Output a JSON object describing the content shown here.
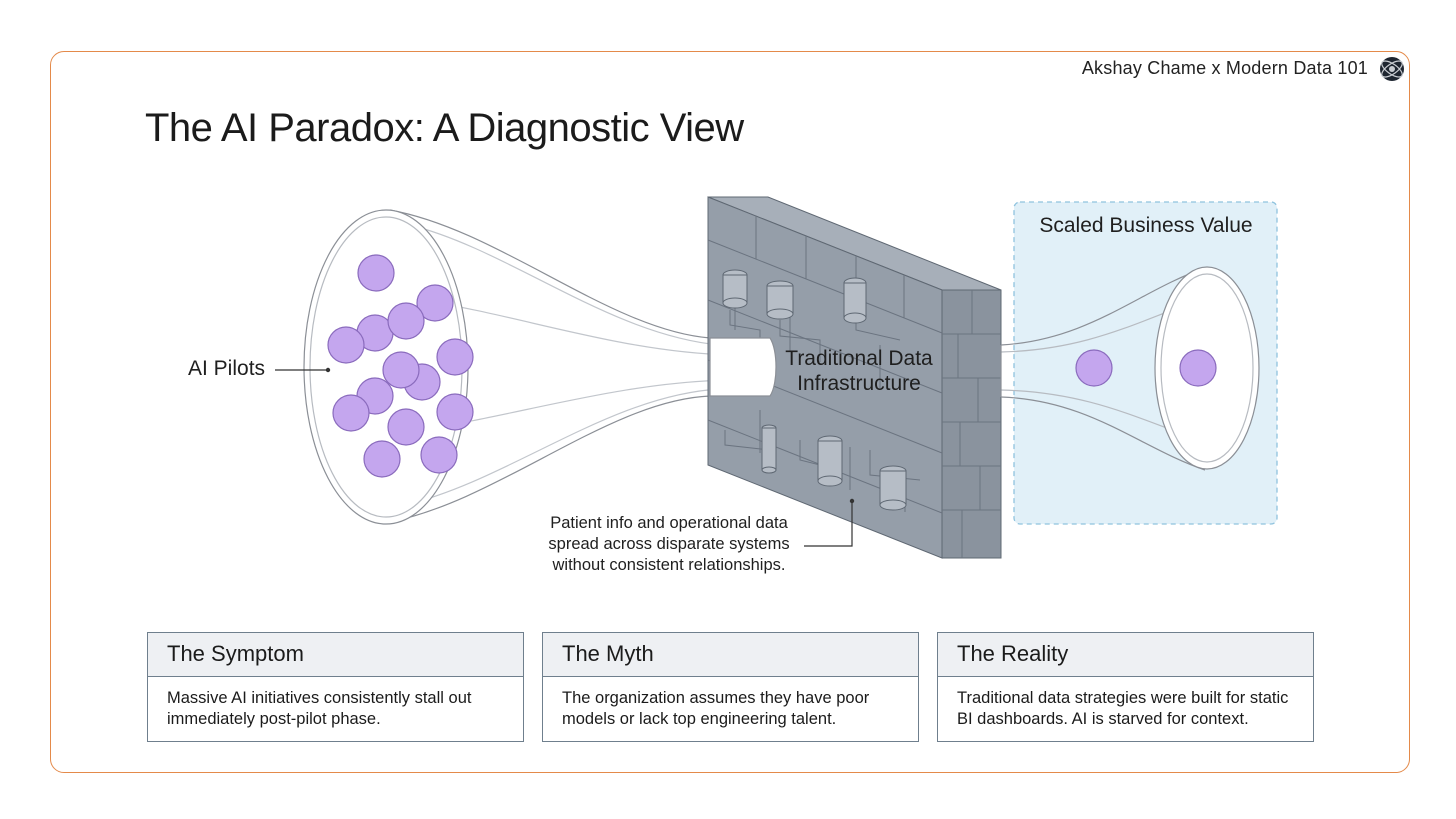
{
  "header": {
    "credit": "Akshay Chame x Modern Data 101",
    "logo_icon": "globe-logo-icon"
  },
  "title": "The AI Paradox: A Diagnostic View",
  "diagram": {
    "input_label": "AI Pilots",
    "barrier_label": "Traditional Data Infrastructure",
    "output_label": "Scaled Business Value",
    "annotation": "Patient info and operational data spread across disparate systems without consistent relationships.",
    "input_spheres": 14,
    "output_spheres": 2,
    "colors": {
      "sphere": "#c4a6ee",
      "sphere_stroke": "#8a6bbd",
      "wall": "#959ea9",
      "value_panel": "#e1f0f8",
      "frame_border": "#e48a4a"
    }
  },
  "cards": [
    {
      "title": "The Symptom",
      "body": "Massive AI initiatives consistently stall out immediately post-pilot phase."
    },
    {
      "title": "The Myth",
      "body": "The organization assumes they have poor models or lack top engineering talent."
    },
    {
      "title": "The Reality",
      "body": "Traditional data strategies were built for static BI dashboards. AI is starved for context."
    }
  ]
}
